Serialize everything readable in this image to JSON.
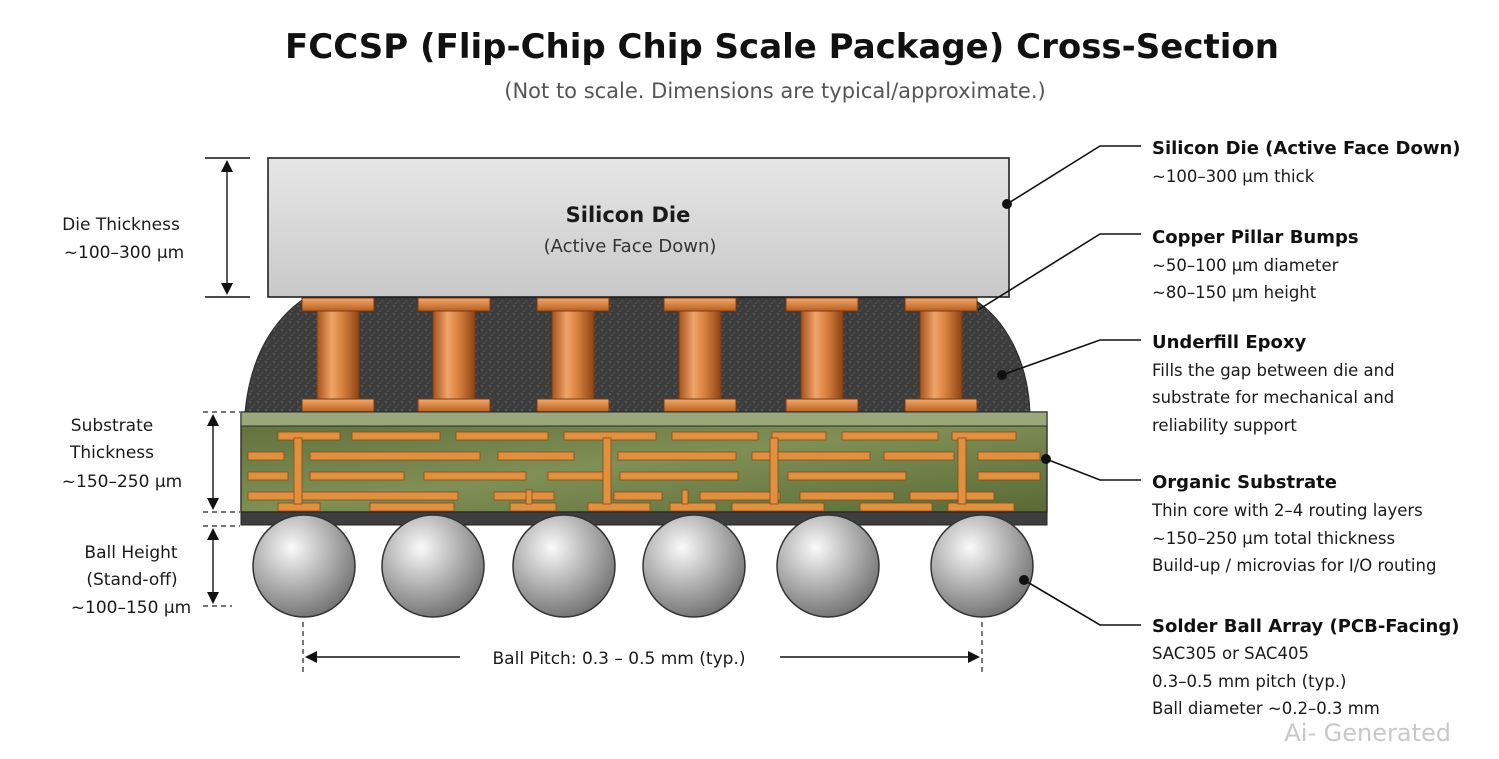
{
  "title": "FCCSP (Flip-Chip Chip Scale Package) Cross-Section",
  "subtitle": "(Not to scale. Dimensions are typical/approximate.)",
  "die_label": {
    "title": "Silicon Die",
    "subtitle": "(Active Face Down)"
  },
  "dimensions": {
    "die": {
      "label": "Die Thickness",
      "value": "~100–300 µm"
    },
    "substrate": {
      "label_line1": "Substrate",
      "label_line2": "Thickness",
      "value": "~150–250 µm"
    },
    "ball": {
      "label_line1": "Ball Height",
      "label_line2": "(Stand-off)",
      "value": "~100–150 µm"
    },
    "pitch": {
      "label": "Ball Pitch: 0.3 – 0.5 mm (typ.)"
    }
  },
  "callouts": [
    {
      "title": "Silicon Die (Active Face Down)",
      "lines": [
        "~100–300 µm thick"
      ]
    },
    {
      "title": "Copper Pillar Bumps",
      "lines": [
        "~50–100 µm diameter",
        "~80–150 µm height"
      ]
    },
    {
      "title": "Underfill Epoxy",
      "lines": [
        "Fills the gap between die and",
        "substrate for mechanical and",
        "reliability support"
      ]
    },
    {
      "title": "Organic Substrate",
      "lines": [
        "Thin core with 2–4 routing layers",
        "~150–250 µm total thickness",
        "Build-up / microvias for I/O routing"
      ]
    },
    {
      "title": "Solder Ball Array (PCB-Facing)",
      "lines": [
        "SAC305 or SAC405",
        "0.3–0.5 mm pitch (typ.)",
        "Ball diameter ~0.2–0.3 mm"
      ]
    }
  ],
  "watermark": "Ai- Generated",
  "colors": {
    "die": "#d6d6d6",
    "copper": "#d8823f",
    "underfill": "#3f3f3f",
    "substrate": "#6f7e48",
    "solder": "#a9a9a9"
  }
}
